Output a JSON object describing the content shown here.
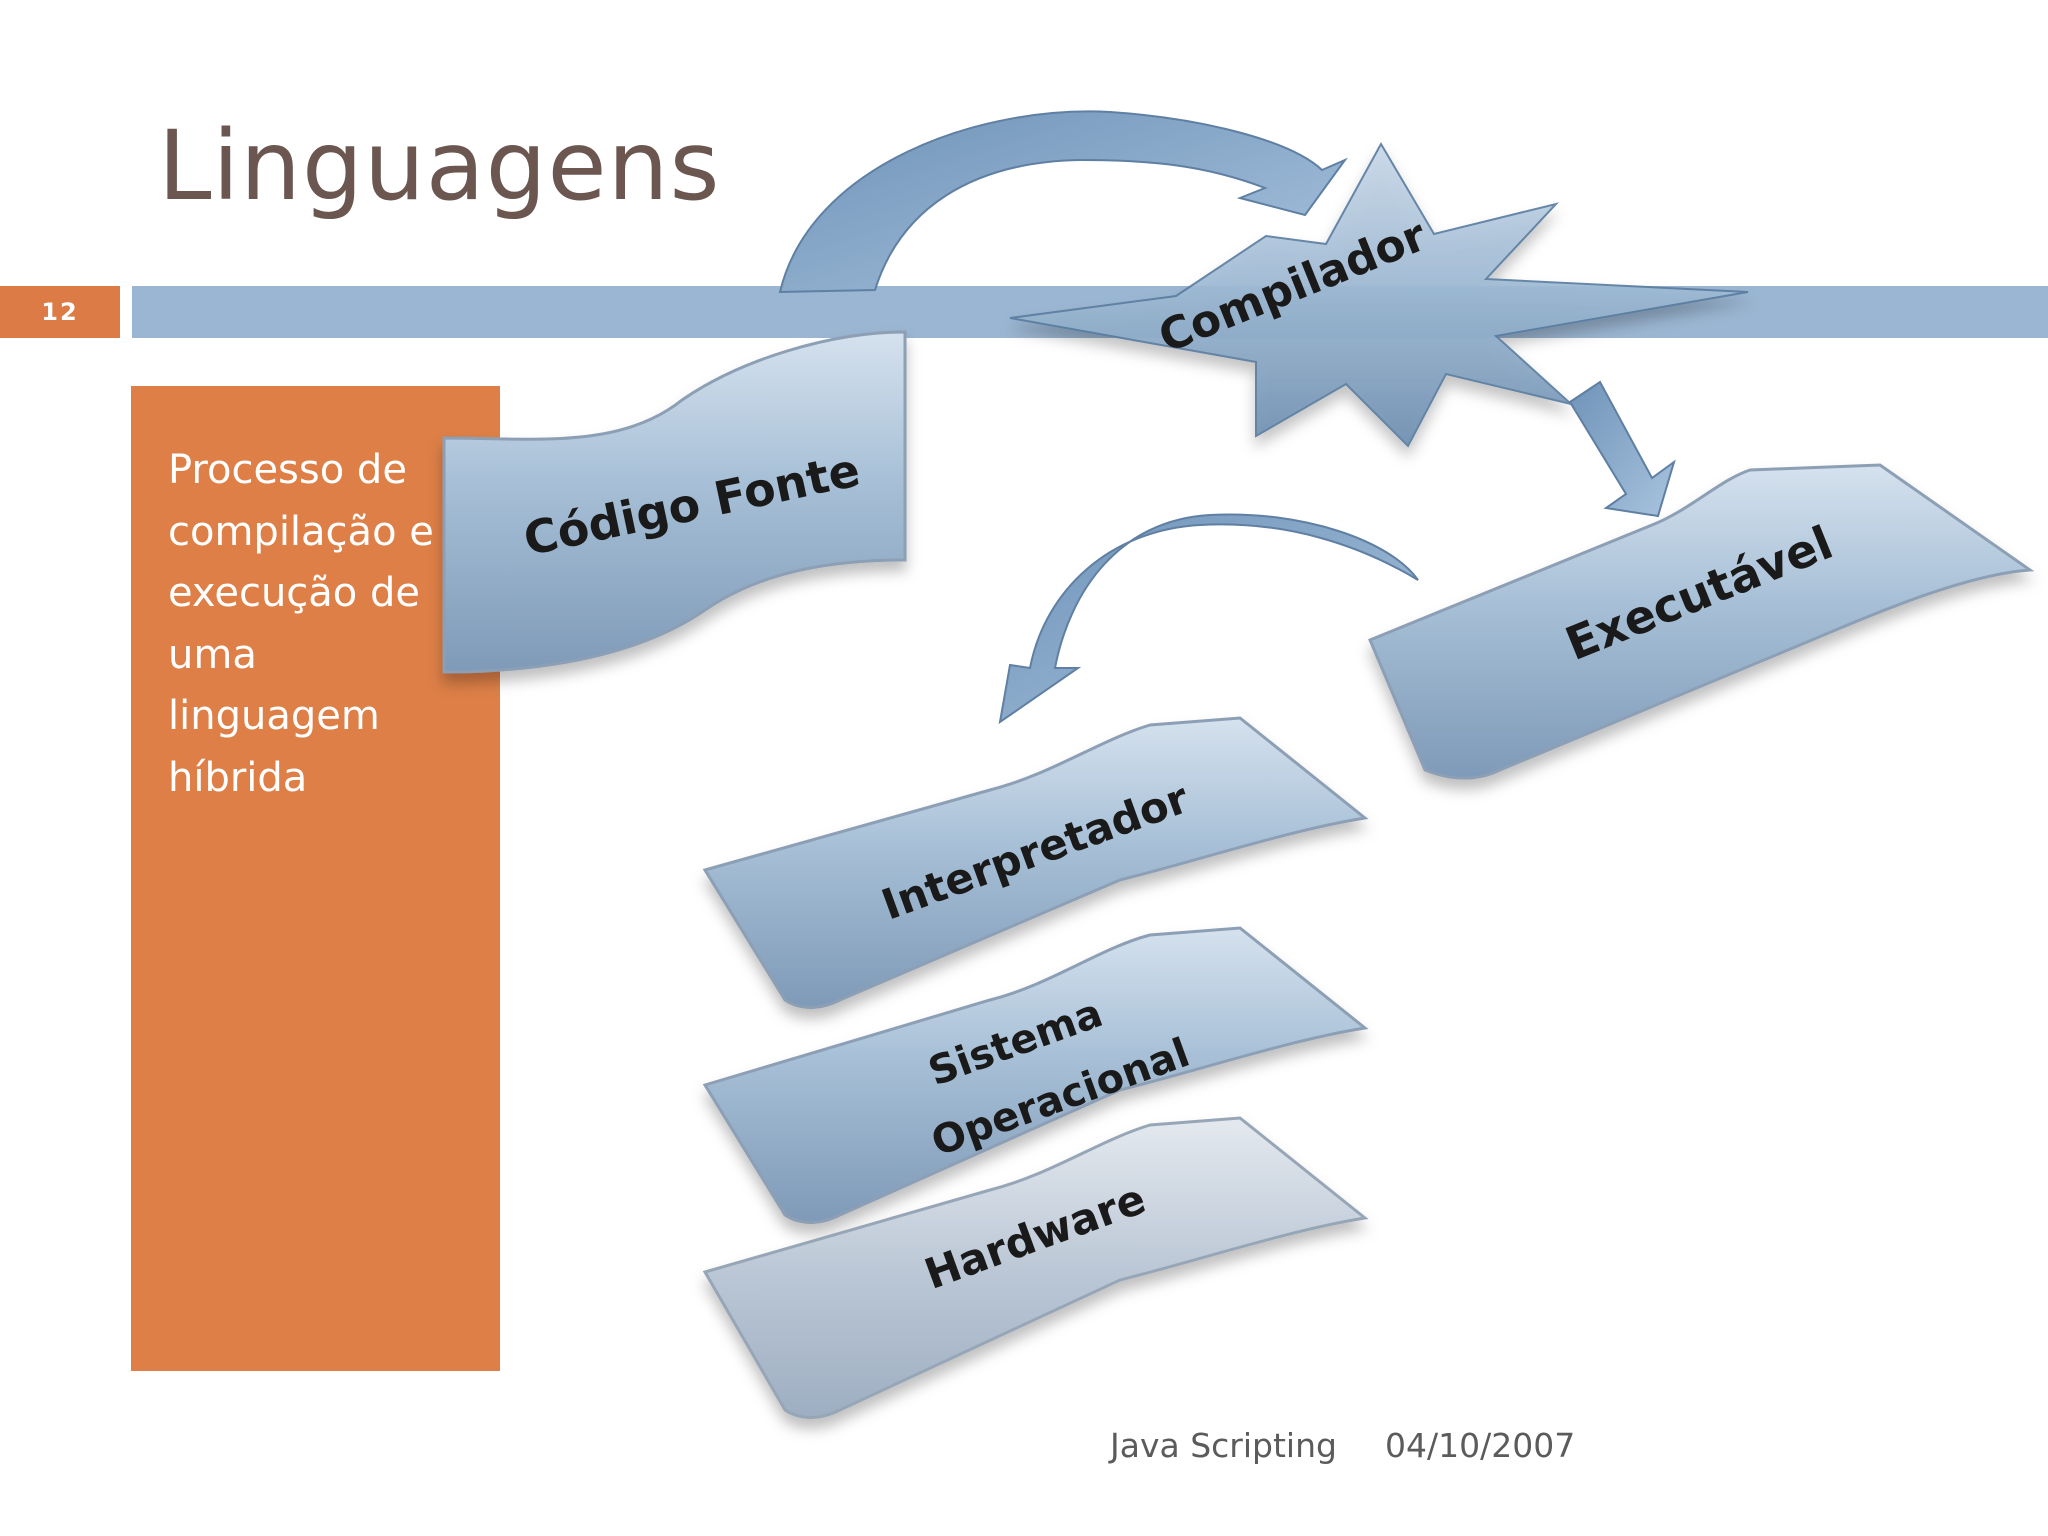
{
  "slide": {
    "title": "Linguagens",
    "number": "12",
    "side_lines": [
      "Processo de",
      "compilação e",
      "execução de",
      "uma",
      "linguagem",
      "híbrida"
    ]
  },
  "diagram": {
    "nodes": {
      "source": "Código Fonte",
      "compiler": "Compilador",
      "executable": "Executável",
      "interpreter": "Interpretador",
      "os_line1": "Sistema",
      "os_line2": "Operacional",
      "hardware": "Hardware"
    },
    "colors": {
      "panel": "#9bb6d2",
      "arrow": "#8eb0d2",
      "accent": "#dd7f47"
    }
  },
  "footer": {
    "title": "Java Scripting",
    "date": "04/10/2007"
  }
}
